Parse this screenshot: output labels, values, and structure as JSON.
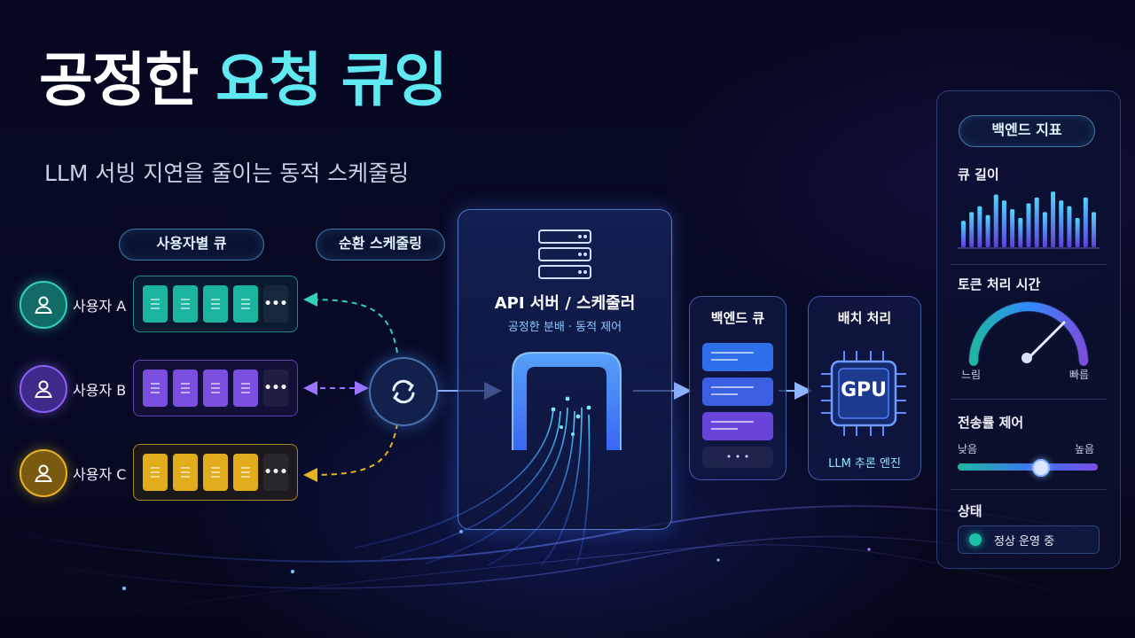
{
  "title": {
    "part1": "공정한",
    "part2": "요청 큐잉"
  },
  "subtitle": "LLM 서빙 지연을 줄이는 동적 스케줄링",
  "labels": {
    "per_user_queue": "사용자별 큐",
    "round_robin": "순환 스케줄링"
  },
  "users": [
    {
      "label": "사용자 A",
      "color": "#21b9a3",
      "blocks": 4
    },
    {
      "label": "사용자 B",
      "color": "#7a4fe0",
      "blocks": 4
    },
    {
      "label": "사용자 C",
      "color": "#e2ad1c",
      "blocks": 4
    }
  ],
  "more_glyph": "•••",
  "api": {
    "title": "API 서버 / 스케줄러",
    "subtitle": "공정한 분배 · 동적 제어"
  },
  "backend_queue": {
    "title": "백엔드 큐",
    "more": "• • •"
  },
  "batch": {
    "title": "배치 처리",
    "chip": "GPU",
    "caption": "LLM 추론 엔진"
  },
  "metrics": {
    "header": "백엔드 지표",
    "queue_length": {
      "label": "큐 길이",
      "bars": [
        0.45,
        0.6,
        0.7,
        0.55,
        0.9,
        0.8,
        0.65,
        0.5,
        0.75,
        0.85,
        0.6,
        0.95,
        0.8,
        0.7,
        0.5,
        0.85,
        0.6
      ]
    },
    "token_time": {
      "label": "토큰 처리 시간",
      "slow": "느림",
      "fast": "빠름"
    },
    "rate": {
      "label": "전송률 제어",
      "low": "낮음",
      "high": "높음",
      "value": 0.58
    },
    "status": {
      "label": "상태",
      "value": "정상 운영 중",
      "color": "#19c2a8"
    }
  },
  "icons": {
    "user": "user-icon",
    "sync": "sync-icon",
    "server": "server-icon",
    "chip": "chip-icon"
  }
}
